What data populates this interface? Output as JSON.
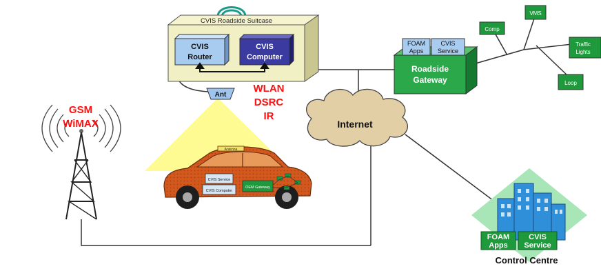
{
  "suitcase": {
    "title": "CVIS Roadside Suitcase",
    "router_line1": "CVIS",
    "router_line2": "Router",
    "computer_line1": "CVIS",
    "computer_line2": "Computer"
  },
  "antenna_label": "Ant",
  "wireless": {
    "line1": "WLAN",
    "line2": "DSRC",
    "line3": "IR"
  },
  "cellular": {
    "line1": "GSM",
    "line2": "WiMAX"
  },
  "internet_label": "Internet",
  "roadside_gateway": {
    "line1": "Roadside",
    "line2": "Gateway",
    "app1_line1": "FOAM",
    "app1_line2": "Apps",
    "app2_line1": "CVIS",
    "app2_line2": "Service"
  },
  "field_devices": {
    "vms": "VMS",
    "comp": "Comp",
    "traffic_line1": "Traffic",
    "traffic_line2": "Lights",
    "loop": "Loop"
  },
  "vehicle": {
    "top_label": "Antenna",
    "service": "CVIS Service",
    "computer": "CVIS Computer",
    "gateway": "OEM Gateway"
  },
  "control_centre": {
    "label": "Control Centre",
    "app1_line1": "FOAM",
    "app1_line2": "Apps",
    "app2_line1": "CVIS",
    "app2_line2": "Service"
  },
  "colors": {
    "suitcase": "#f1f0c4",
    "router": "#a8ccf0",
    "computer": "#3a3aa0",
    "gateway": "#2aa84a",
    "device": "#1e9a3c",
    "signal_red": "#ff1010",
    "cloud": "#e2cfa6",
    "car": "#d2581e",
    "beam": "#fffa80",
    "diamond": "#a8e6b8",
    "building": "#2f8fd8"
  }
}
